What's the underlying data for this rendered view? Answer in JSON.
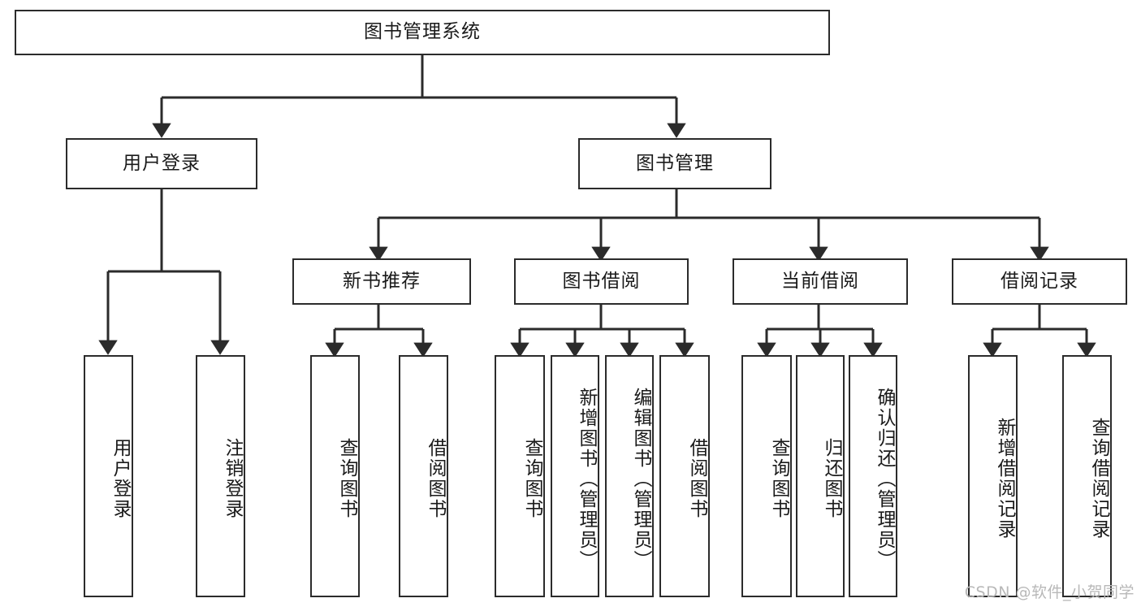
{
  "diagram": {
    "title": "图书管理系统",
    "type": "hierarchy-tree",
    "root": {
      "id": "root",
      "label": "图书管理系统"
    },
    "level1": [
      {
        "id": "user-login",
        "label": "用户登录"
      },
      {
        "id": "book-manage",
        "label": "图书管理"
      }
    ],
    "level2": [
      {
        "id": "new-book-recommend",
        "label": "新书推荐",
        "parent": "book-manage"
      },
      {
        "id": "book-borrow",
        "label": "图书借阅",
        "parent": "book-manage"
      },
      {
        "id": "current-borrow",
        "label": "当前借阅",
        "parent": "book-manage"
      },
      {
        "id": "borrow-record",
        "label": "借阅记录",
        "parent": "book-manage"
      }
    ],
    "leaves": {
      "user_login": [
        {
          "id": "leaf-user-login",
          "label": "用户登录"
        },
        {
          "id": "leaf-logout-login",
          "label": "注销登录"
        }
      ],
      "new_book_recommend": [
        {
          "id": "leaf-query-book-1",
          "label": "查询图书"
        },
        {
          "id": "leaf-borrow-book-1",
          "label": "借阅图书"
        }
      ],
      "book_borrow": [
        {
          "id": "leaf-query-book-2",
          "label": "查询图书"
        },
        {
          "id": "leaf-add-book",
          "label": "新增图书（管理员）"
        },
        {
          "id": "leaf-edit-book",
          "label": "编辑图书（管理员）"
        },
        {
          "id": "leaf-borrow-book-2",
          "label": "借阅图书"
        }
      ],
      "current_borrow": [
        {
          "id": "leaf-query-book-3",
          "label": "查询图书"
        },
        {
          "id": "leaf-return-book",
          "label": "归还图书"
        },
        {
          "id": "leaf-confirm-return",
          "label": "确认归还（管理员）"
        }
      ],
      "borrow_record": [
        {
          "id": "leaf-add-record",
          "label": "新增借阅记录"
        },
        {
          "id": "leaf-query-record",
          "label": "查询借阅记录"
        }
      ]
    }
  },
  "watermark": {
    "text": "CSDN @软件_小贺同学"
  },
  "colors": {
    "background": "#ffffff",
    "node_border": "#2b2b2b",
    "node_fill": "#ffffff",
    "edge": "#2b2b2b",
    "text": "#1a1a1a",
    "watermark": "#b8b8b8"
  }
}
